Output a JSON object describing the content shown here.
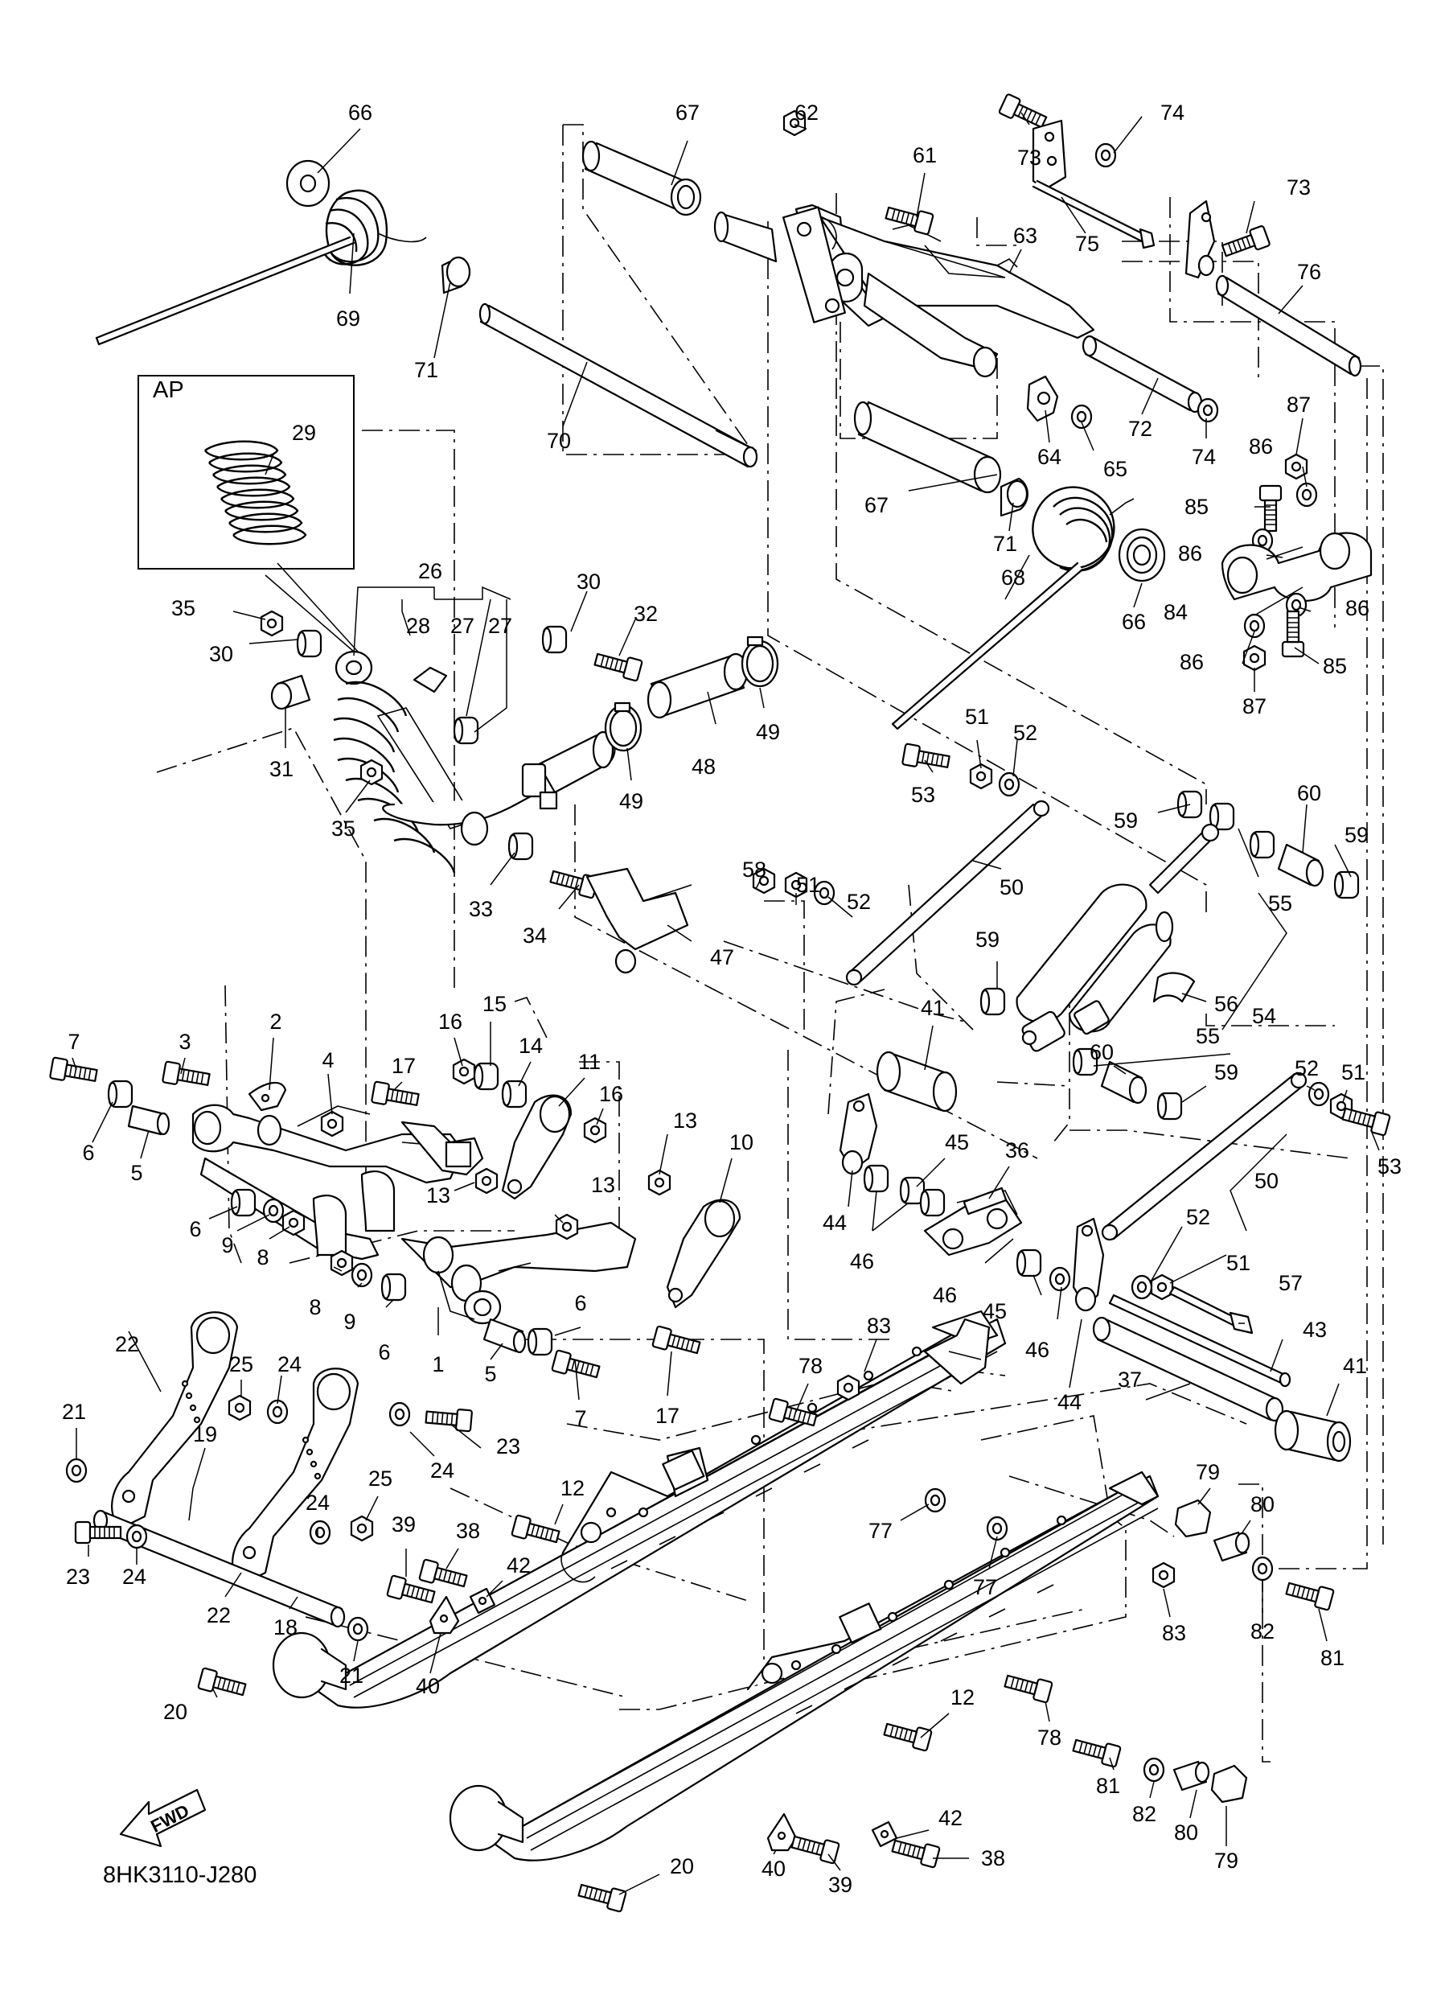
{
  "diagram_code": "8HK3110-J280",
  "assembly_box_label": "AP",
  "fwd_label": "FWD",
  "callouts": [
    {
      "id": "c66a",
      "text": "66"
    },
    {
      "id": "c67a",
      "text": "67"
    },
    {
      "id": "c62",
      "text": "62"
    },
    {
      "id": "c73a",
      "text": "73"
    },
    {
      "id": "c74a",
      "text": "74"
    },
    {
      "id": "c61",
      "text": "61"
    },
    {
      "id": "c73b",
      "text": "73"
    },
    {
      "id": "c63",
      "text": "63"
    },
    {
      "id": "c75",
      "text": "75"
    },
    {
      "id": "c76",
      "text": "76"
    },
    {
      "id": "c69",
      "text": "69"
    },
    {
      "id": "c71a",
      "text": "71"
    },
    {
      "id": "c70",
      "text": "70"
    },
    {
      "id": "c72",
      "text": "72"
    },
    {
      "id": "c74b",
      "text": "74"
    },
    {
      "id": "c64",
      "text": "64"
    },
    {
      "id": "c65",
      "text": "65"
    },
    {
      "id": "c87a",
      "text": "87"
    },
    {
      "id": "c86a",
      "text": "86"
    },
    {
      "id": "c85a",
      "text": "85"
    },
    {
      "id": "c67b",
      "text": "67"
    },
    {
      "id": "c71b",
      "text": "71"
    },
    {
      "id": "c86b",
      "text": "86"
    },
    {
      "id": "c84",
      "text": "84"
    },
    {
      "id": "c86c",
      "text": "86"
    },
    {
      "id": "c66b",
      "text": "66"
    },
    {
      "id": "c86d",
      "text": "86"
    },
    {
      "id": "c85b",
      "text": "85"
    },
    {
      "id": "c87b",
      "text": "87"
    },
    {
      "id": "c68",
      "text": "68"
    },
    {
      "id": "c29",
      "text": "29"
    },
    {
      "id": "c26",
      "text": "26"
    },
    {
      "id": "c35a",
      "text": "35"
    },
    {
      "id": "c28",
      "text": "28"
    },
    {
      "id": "c27a",
      "text": "27"
    },
    {
      "id": "c27b",
      "text": "27"
    },
    {
      "id": "c30a",
      "text": "30"
    },
    {
      "id": "c32",
      "text": "32"
    },
    {
      "id": "c30b",
      "text": "30"
    },
    {
      "id": "c49a",
      "text": "49"
    },
    {
      "id": "c48",
      "text": "48"
    },
    {
      "id": "c49b",
      "text": "49"
    },
    {
      "id": "c31",
      "text": "31"
    },
    {
      "id": "c35b",
      "text": "35"
    },
    {
      "id": "c51a",
      "text": "51"
    },
    {
      "id": "c52a",
      "text": "52"
    },
    {
      "id": "c53a",
      "text": "53"
    },
    {
      "id": "c60a",
      "text": "60"
    },
    {
      "id": "c59a",
      "text": "59"
    },
    {
      "id": "c59b",
      "text": "59"
    },
    {
      "id": "c33",
      "text": "33"
    },
    {
      "id": "c34",
      "text": "34"
    },
    {
      "id": "c50a",
      "text": "50"
    },
    {
      "id": "c55a",
      "text": "55"
    },
    {
      "id": "c58",
      "text": "58"
    },
    {
      "id": "c51b",
      "text": "51"
    },
    {
      "id": "c52b",
      "text": "52"
    },
    {
      "id": "c47",
      "text": "47"
    },
    {
      "id": "c59c",
      "text": "59"
    },
    {
      "id": "c56",
      "text": "56"
    },
    {
      "id": "c54",
      "text": "54"
    },
    {
      "id": "c55b",
      "text": "55"
    },
    {
      "id": "c7a",
      "text": "7"
    },
    {
      "id": "c3",
      "text": "3"
    },
    {
      "id": "c2",
      "text": "2"
    },
    {
      "id": "c4",
      "text": "4"
    },
    {
      "id": "c16a",
      "text": "16"
    },
    {
      "id": "c15",
      "text": "15"
    },
    {
      "id": "c14",
      "text": "14"
    },
    {
      "id": "c11",
      "text": "11"
    },
    {
      "id": "c17a",
      "text": "17"
    },
    {
      "id": "c41a",
      "text": "41"
    },
    {
      "id": "c60b",
      "text": "60"
    },
    {
      "id": "c59d",
      "text": "59"
    },
    {
      "id": "c52c",
      "text": "52"
    },
    {
      "id": "c51c",
      "text": "51"
    },
    {
      "id": "c16b",
      "text": "16"
    },
    {
      "id": "c6a",
      "text": "6"
    },
    {
      "id": "c5a",
      "text": "5"
    },
    {
      "id": "c13a",
      "text": "13"
    },
    {
      "id": "c10",
      "text": "10"
    },
    {
      "id": "c13b",
      "text": "13"
    },
    {
      "id": "c13c",
      "text": "13"
    },
    {
      "id": "c45a",
      "text": "45"
    },
    {
      "id": "c36",
      "text": "36"
    },
    {
      "id": "c53b",
      "text": "53"
    },
    {
      "id": "c50b",
      "text": "50"
    },
    {
      "id": "c44a",
      "text": "44"
    },
    {
      "id": "c46a",
      "text": "46"
    },
    {
      "id": "c52d",
      "text": "52"
    },
    {
      "id": "c51d",
      "text": "51"
    },
    {
      "id": "c6b",
      "text": "6"
    },
    {
      "id": "c9a",
      "text": "9"
    },
    {
      "id": "c8a",
      "text": "8"
    },
    {
      "id": "c46b",
      "text": "46"
    },
    {
      "id": "c45b",
      "text": "45"
    },
    {
      "id": "c46c",
      "text": "46"
    },
    {
      "id": "c57",
      "text": "57"
    },
    {
      "id": "c8b",
      "text": "8"
    },
    {
      "id": "c9b",
      "text": "9"
    },
    {
      "id": "c6c",
      "text": "6"
    },
    {
      "id": "c43",
      "text": "43"
    },
    {
      "id": "c6d",
      "text": "6"
    },
    {
      "id": "c1",
      "text": "1"
    },
    {
      "id": "c5b",
      "text": "5"
    },
    {
      "id": "c44b",
      "text": "44"
    },
    {
      "id": "c37",
      "text": "37"
    },
    {
      "id": "c41b",
      "text": "41"
    },
    {
      "id": "c22a",
      "text": "22"
    },
    {
      "id": "c78a",
      "text": "78"
    },
    {
      "id": "c83a",
      "text": "83"
    },
    {
      "id": "c7b",
      "text": "7"
    },
    {
      "id": "c17b",
      "text": "17"
    },
    {
      "id": "c24a",
      "text": "24"
    },
    {
      "id": "c25a",
      "text": "25"
    },
    {
      "id": "c21a",
      "text": "21"
    },
    {
      "id": "c23a",
      "text": "23"
    },
    {
      "id": "c24b",
      "text": "24"
    },
    {
      "id": "c19",
      "text": "19"
    },
    {
      "id": "c12a",
      "text": "12"
    },
    {
      "id": "c77a",
      "text": "77"
    },
    {
      "id": "c79a",
      "text": "79"
    },
    {
      "id": "c80a",
      "text": "80"
    },
    {
      "id": "c77b",
      "text": "77"
    },
    {
      "id": "c24c",
      "text": "24"
    },
    {
      "id": "c25b",
      "text": "25"
    },
    {
      "id": "c39a",
      "text": "39"
    },
    {
      "id": "c38a",
      "text": "38"
    },
    {
      "id": "c23b",
      "text": "23"
    },
    {
      "id": "c24d",
      "text": "24"
    },
    {
      "id": "c42a",
      "text": "42"
    },
    {
      "id": "c83b",
      "text": "83"
    },
    {
      "id": "c82a",
      "text": "82"
    },
    {
      "id": "c81a",
      "text": "81"
    },
    {
      "id": "c22b",
      "text": "22"
    },
    {
      "id": "c18",
      "text": "18"
    },
    {
      "id": "c21b",
      "text": "21"
    },
    {
      "id": "c40a",
      "text": "40"
    },
    {
      "id": "c20a",
      "text": "20"
    },
    {
      "id": "c12b",
      "text": "12"
    },
    {
      "id": "c78b",
      "text": "78"
    },
    {
      "id": "c81b",
      "text": "81"
    },
    {
      "id": "c82b",
      "text": "82"
    },
    {
      "id": "c80b",
      "text": "80"
    },
    {
      "id": "c79b",
      "text": "79"
    },
    {
      "id": "c42b",
      "text": "42"
    },
    {
      "id": "c38b",
      "text": "38"
    },
    {
      "id": "c40b",
      "text": "40"
    },
    {
      "id": "c39b",
      "text": "39"
    },
    {
      "id": "c20b",
      "text": "20"
    }
  ]
}
